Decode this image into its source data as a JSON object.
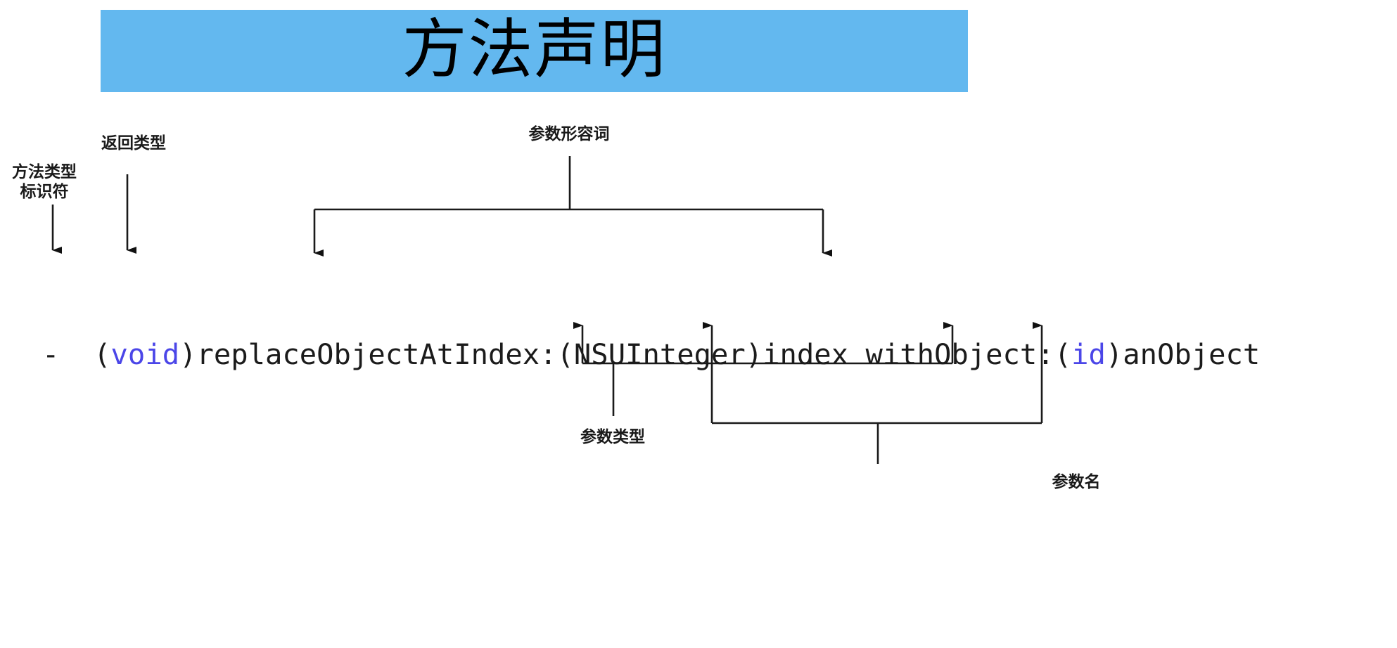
{
  "slide": {
    "background_color": "#ffffff",
    "title": {
      "text": "方法声明",
      "banner_color": "#63b8ef",
      "text_color": "#000000"
    }
  },
  "labels": {
    "method_type_indicator": "方法类型\n标识符",
    "return_type": "返回类型",
    "param_adjective": "参数形容词",
    "param_type": "参数类型",
    "param_name": "参数名"
  },
  "code": {
    "full_text": "- (void)replaceObjectAtIndex:(NSUInteger)index withObject:(id)anObject",
    "keyword_color": "#4b46e8",
    "text_color": "#1b1b1b",
    "segments": {
      "dash": "-  ",
      "open_paren_1": "(",
      "keyword_void": "void",
      "close_paren_1": ")",
      "selector_1": "replaceObjectAtIndex:",
      "open_paren_2": "(",
      "type_nsuinteger": "NSUInteger",
      "close_paren_2": ")",
      "param_1": "index",
      "space": " ",
      "selector_2": "withObject:",
      "open_paren_3": "(",
      "keyword_id": "id",
      "close_paren_3": ")",
      "param_2": "anObject"
    }
  },
  "connectors": {
    "line_color": "#1a1a1a",
    "description": "arrows pointing from labels to code fragments"
  }
}
